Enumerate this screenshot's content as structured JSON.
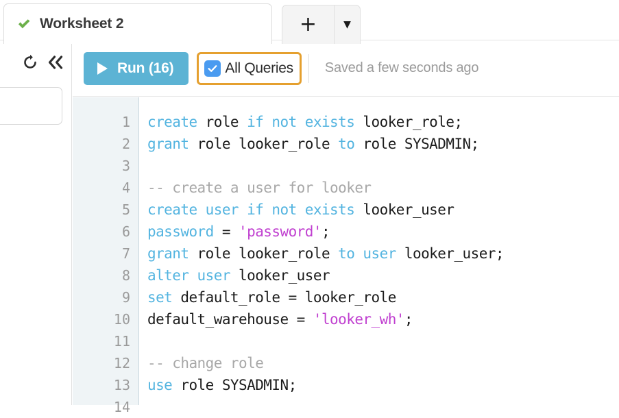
{
  "window": {
    "app": "Snowflake Worksheets"
  },
  "tabstrip": {
    "active_tab": {
      "label": "Worksheet 2",
      "status_icon": "check-icon",
      "status_color": "#6cb04a"
    },
    "add_tab_label": "+",
    "tab_menu_label": "▼"
  },
  "left_rail": {
    "refresh_icon": "refresh-icon",
    "collapse_icon": "double-chevron-left-icon"
  },
  "toolbar": {
    "run_label": "Run (16)",
    "run_icon": "play-icon",
    "run_color": "#5cb3d4",
    "all_queries_label": "All Queries",
    "all_queries_checked": true,
    "checkbox_color": "#4a9bf0",
    "highlight_color": "#e5a02f",
    "saved_status": "Saved a few seconds ago"
  },
  "editor": {
    "gutter_bg": "#eff4f6",
    "line_numbers": [
      "1",
      "2",
      "3",
      "4",
      "5",
      "6",
      "7",
      "8",
      "9",
      "10",
      "11",
      "12",
      "13",
      "14"
    ],
    "lines": [
      {
        "n": "1",
        "tokens": [
          {
            "t": "create",
            "c": "kw"
          },
          {
            "t": " role ",
            "c": "pl"
          },
          {
            "t": "if not exists",
            "c": "kw"
          },
          {
            "t": " looker_role;",
            "c": "pl"
          }
        ]
      },
      {
        "n": "2",
        "tokens": [
          {
            "t": "grant",
            "c": "kw"
          },
          {
            "t": " role looker_role ",
            "c": "pl"
          },
          {
            "t": "to",
            "c": "kw"
          },
          {
            "t": " role SYSADMIN;",
            "c": "pl"
          }
        ]
      },
      {
        "n": "3",
        "tokens": []
      },
      {
        "n": "4",
        "tokens": [
          {
            "t": "-- create a user for looker",
            "c": "cmt"
          }
        ]
      },
      {
        "n": "5",
        "tokens": [
          {
            "t": "create user if not exists",
            "c": "kw"
          },
          {
            "t": " looker_user",
            "c": "pl"
          }
        ]
      },
      {
        "n": "6",
        "tokens": [
          {
            "t": "password",
            "c": "kw"
          },
          {
            "t": " = ",
            "c": "pl"
          },
          {
            "t": "'password'",
            "c": "str"
          },
          {
            "t": ";",
            "c": "pl"
          }
        ]
      },
      {
        "n": "7",
        "tokens": [
          {
            "t": "grant",
            "c": "kw"
          },
          {
            "t": " role looker_role ",
            "c": "pl"
          },
          {
            "t": "to user",
            "c": "kw"
          },
          {
            "t": " looker_user;",
            "c": "pl"
          }
        ]
      },
      {
        "n": "8",
        "tokens": [
          {
            "t": "alter user",
            "c": "kw"
          },
          {
            "t": " looker_user",
            "c": "pl"
          }
        ]
      },
      {
        "n": "9",
        "tokens": [
          {
            "t": "set",
            "c": "kw"
          },
          {
            "t": " default_role = looker_role",
            "c": "pl"
          }
        ]
      },
      {
        "n": "10",
        "tokens": [
          {
            "t": "default_warehouse = ",
            "c": "pl"
          },
          {
            "t": "'looker_wh'",
            "c": "str"
          },
          {
            "t": ";",
            "c": "pl"
          }
        ]
      },
      {
        "n": "11",
        "tokens": []
      },
      {
        "n": "12",
        "tokens": [
          {
            "t": "-- change role",
            "c": "cmt"
          }
        ]
      },
      {
        "n": "13",
        "tokens": [
          {
            "t": "use",
            "c": "kw"
          },
          {
            "t": " role SYSADMIN;",
            "c": "pl"
          }
        ]
      },
      {
        "n": "14",
        "tokens": []
      }
    ],
    "plain_text": "create role if not exists looker_role;\ngrant role looker_role to role SYSADMIN;\n\n-- create a user for looker\ncreate user if not exists looker_user\npassword = 'password';\ngrant role looker_role to user looker_user;\nalter user looker_user\nset default_role = looker_role\ndefault_warehouse = 'looker_wh';\n\n-- change role\nuse role SYSADMIN;\n"
  }
}
